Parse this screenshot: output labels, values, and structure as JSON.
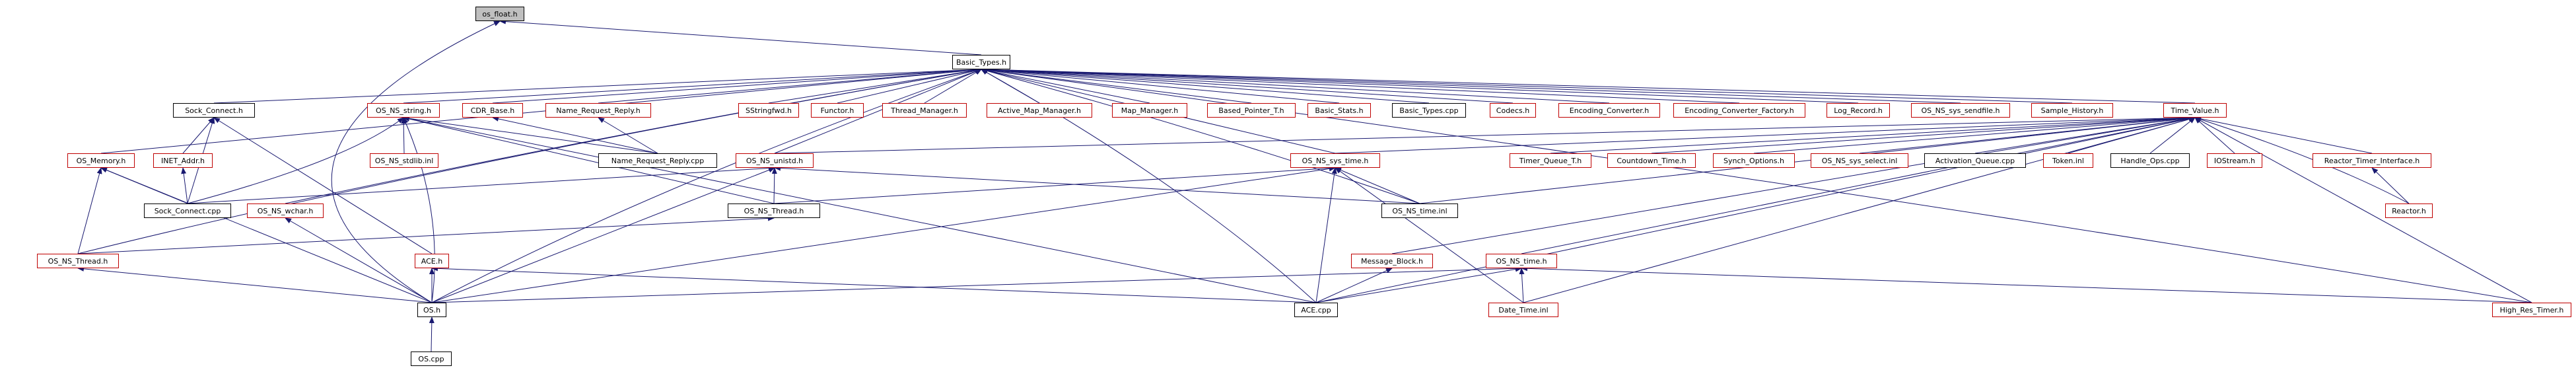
{
  "nodes": {
    "os_float_h": "os_float.h",
    "basic_types_h": "Basic_Types.h",
    "sock_connect_h": "Sock_Connect.h",
    "os_ns_string_h": "OS_NS_string.h",
    "cdr_base_h": "CDR_Base.h",
    "name_request_reply_h": "Name_Request_Reply.h",
    "sstringfwd_h": "SStringfwd.h",
    "functor_h": "Functor.h",
    "thread_manager_h": "Thread_Manager.h",
    "active_map_manager_h": "Active_Map_Manager.h",
    "map_manager_h": "Map_Manager.h",
    "based_pointer_t_h": "Based_Pointer_T.h",
    "basic_stats_h": "Basic_Stats.h",
    "basic_types_cpp": "Basic_Types.cpp",
    "codecs_h": "Codecs.h",
    "encoding_converter_h": "Encoding_Converter.h",
    "encoding_converter_factory_h": "Encoding_Converter_Factory.h",
    "log_record_h": "Log_Record.h",
    "os_ns_sys_sendfile_h": "OS_NS_sys_sendfile.h",
    "sample_history_h": "Sample_History.h",
    "time_value_h": "Time_Value.h",
    "os_memory_h": "OS_Memory.h",
    "inet_addr_h": "INET_Addr.h",
    "os_ns_stdlib_inl": "OS_NS_stdlib.inl",
    "name_request_reply_cpp": "Name_Request_Reply.cpp",
    "os_ns_unistd_h": "OS_NS_unistd.h",
    "os_ns_sys_time_h": "OS_NS_sys_time.h",
    "timer_queue_t_h": "Timer_Queue_T.h",
    "countdown_time_h": "Countdown_Time.h",
    "synch_options_h": "Synch_Options.h",
    "os_ns_sys_select_inl": "OS_NS_sys_select.inl",
    "activation_queue_cpp": "Activation_Queue.cpp",
    "token_inl": "Token.inl",
    "handle_ops_cpp": "Handle_Ops.cpp",
    "iostream_h": "IOStream.h",
    "reactor_timer_interface_h": "Reactor_Timer_Interface.h",
    "reactor_h": "Reactor.h",
    "sock_connect_cpp": "Sock_Connect.cpp",
    "os_ns_wchar_h": "OS_NS_wchar.h",
    "os_ns_thread_h": "OS_NS_Thread.h",
    "os_ns_thread_h_left": "OS_NS_Thread.h",
    "os_ns_time_inl": "OS_NS_time.inl",
    "ace_h": "ACE.h",
    "message_block_h": "Message_Block.h",
    "os_ns_time_h": "OS_NS_time.h",
    "os_h": "OS.h",
    "ace_cpp": "ACE.cpp",
    "date_time_inl": "Date_Time.inl",
    "high_res_timer_h": "High_Res_Timer.h",
    "os_cpp": "OS.cpp"
  },
  "colors": {
    "edge": "#191970",
    "node_border_red": "#bf0000",
    "node_border_black": "#000000",
    "root_fill": "#bfbfbf"
  }
}
